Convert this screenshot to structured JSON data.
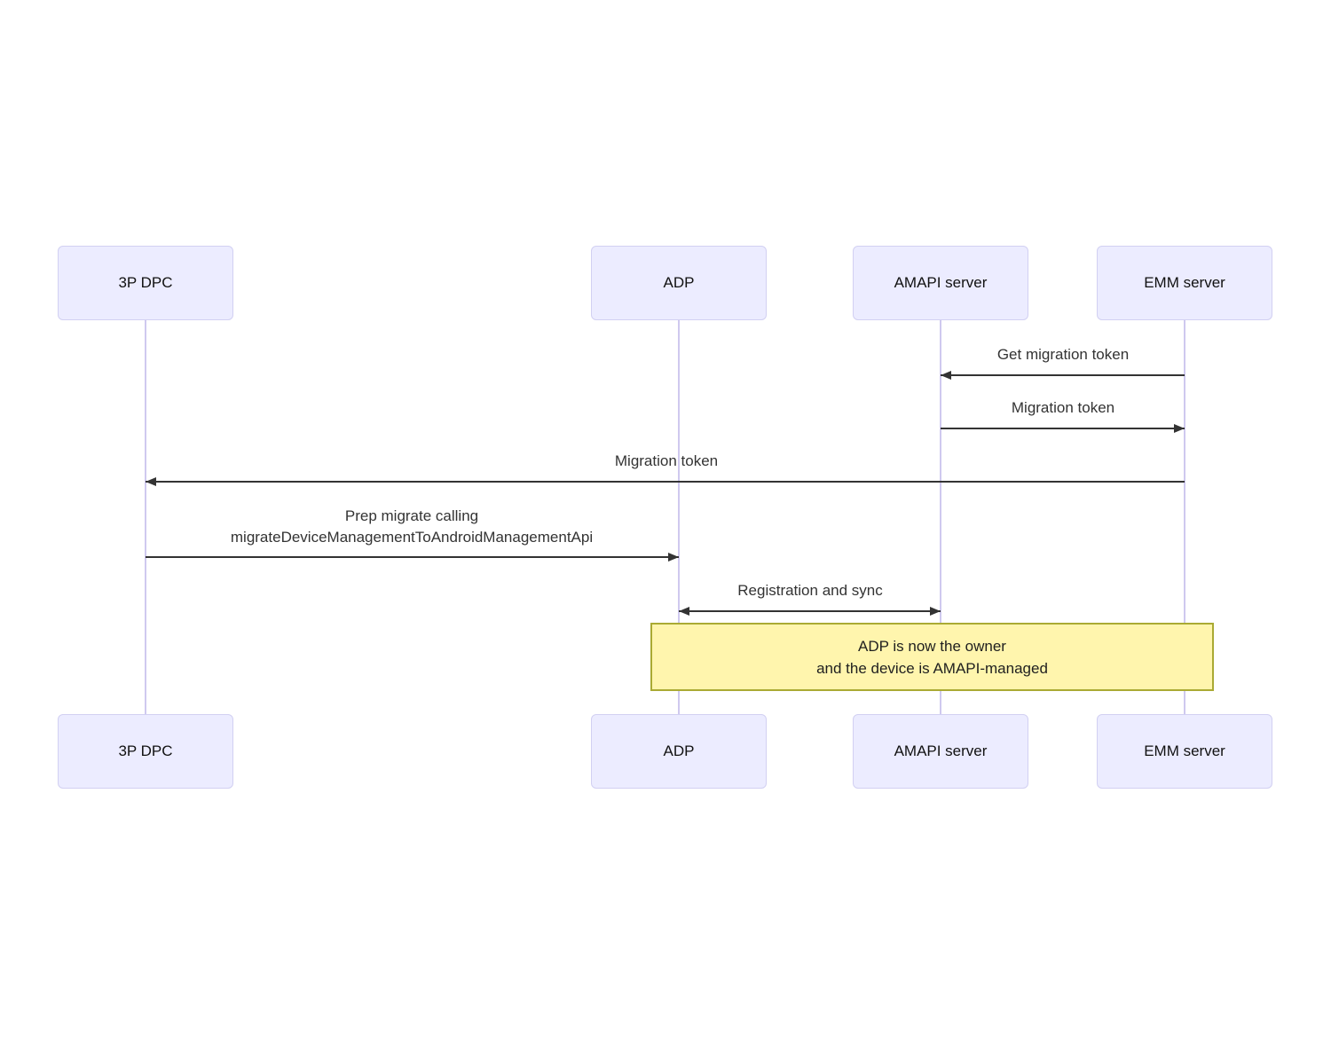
{
  "diagram": {
    "type": "sequence",
    "actors": [
      {
        "name": "3P DPC"
      },
      {
        "name": "ADP"
      },
      {
        "name": "AMAPI server"
      },
      {
        "name": "EMM server"
      }
    ],
    "messages": [
      {
        "from": "EMM server",
        "to": "AMAPI server",
        "direction": "left",
        "label": "Get migration token"
      },
      {
        "from": "AMAPI server",
        "to": "EMM server",
        "direction": "right",
        "label": "Migration token"
      },
      {
        "from": "EMM server",
        "to": "3P DPC",
        "direction": "left",
        "label": "Migration token"
      },
      {
        "from": "3P DPC",
        "to": "ADP",
        "direction": "right",
        "label_line1": "Prep migrate calling",
        "label_line2": "migrateDeviceManagementToAndroidManagementApi"
      },
      {
        "from": "ADP",
        "to": "AMAPI server",
        "direction": "both",
        "label": "Registration and sync"
      }
    ],
    "note": {
      "over": "ADP, AMAPI server, EMM server",
      "line1": "ADP is now the owner",
      "line2": "and the device is AMAPI-managed"
    }
  },
  "colors": {
    "page_bg": "#ffffff",
    "actor_fill": "#ececff",
    "actor_border": "#d2d0f2",
    "lifeline": "#cfc9ef",
    "arrow": "#333333",
    "message_text": "#333333",
    "note_fill": "#fff5ad",
    "note_border": "#aaaa33"
  }
}
